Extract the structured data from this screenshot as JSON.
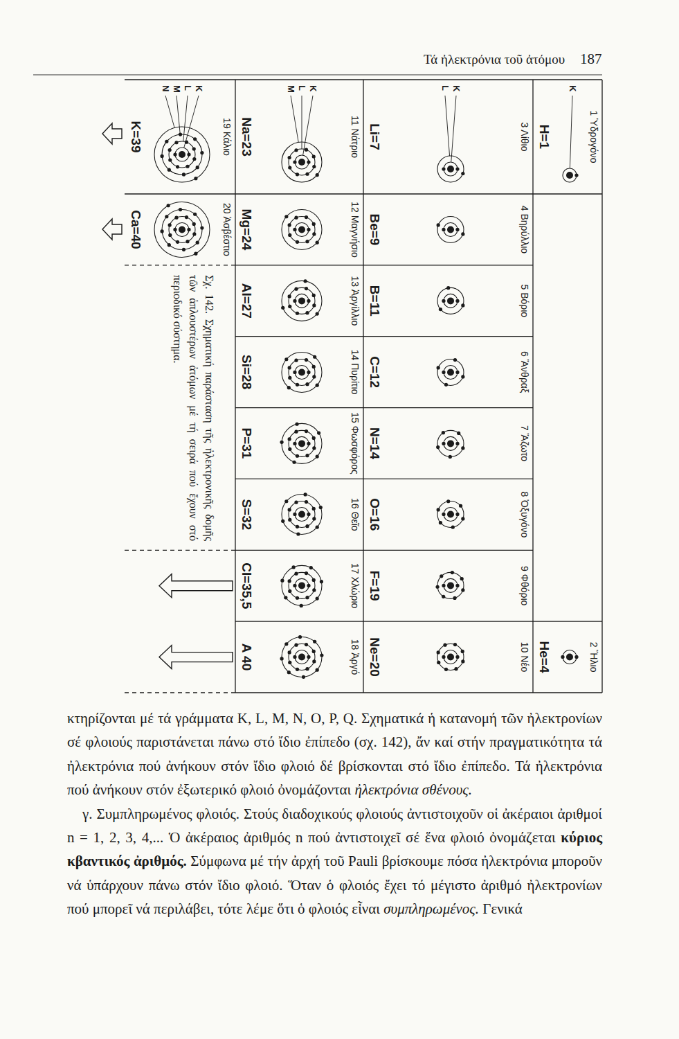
{
  "diagram": {
    "caption": "Σχ. 142. Σχηματική παράσταση τῆς ἠλεκτρονικῆς δομῆς τῶν ἁπλουστέρων ἀτόμων μέ τή σειρά πού ἔχουν στό περιοδικό σύστημα.",
    "nodes": [
      {
        "text": [
          "1 Ὑδρογόνο",
          "H=1"
        ]
      },
      {
        "text": [
          "2 Ἥλιο",
          "He=4"
        ]
      },
      {
        "text": [
          "3 Λίθιο",
          "Li=7"
        ]
      },
      {
        "text": [
          "4 Βηρύλλιο",
          "Be=9"
        ]
      },
      {
        "text": [
          "5 Βόριο",
          "B=11"
        ]
      },
      {
        "text": [
          "6 Ἄνθραξ",
          "C=12"
        ]
      },
      {
        "text": [
          "7 Ἄζωτο",
          "N=14"
        ]
      },
      {
        "text": [
          "8 Ὀξυγόνο",
          "O=16"
        ]
      },
      {
        "text": [
          "9 Φθόριο",
          "F=19"
        ]
      },
      {
        "text": [
          "10 Νέο",
          "Ne=20"
        ]
      },
      {
        "text": [
          "11 Νάτριο",
          "Na=23"
        ]
      },
      {
        "text": [
          "12 Μαγνήσιο",
          "Mg=24"
        ]
      },
      {
        "text": [
          "13 Ἀργίλλιο",
          "Al=27"
        ]
      },
      {
        "text": [
          "14 Πυρίτιο",
          "Si=28"
        ]
      },
      {
        "text": [
          "15 Φωσφόρος",
          "P=31"
        ]
      },
      {
        "text": [
          "16 Θεῖο",
          "S=32"
        ]
      },
      {
        "text": [
          "17 Χλώριο",
          "Cl=35,5"
        ]
      },
      {
        "text": [
          "18 Ἀργό",
          "A 40"
        ]
      },
      {
        "text": [
          "19 Κάλιο",
          "K=39"
        ]
      },
      {
        "text": [
          "20 Ἀσβέστιο",
          "Ca=40"
        ]
      }
    ],
    "labels": [
      "Τά ἠλεκτρόνια τοῦ ἀτόμου",
      "187",
      "K",
      "K",
      "L",
      "K",
      "L",
      "M",
      "K",
      "L",
      "M",
      "N",
      "κτηρίζονται μέ τά γράμματα K, L, M, N, O, P, Q. Σχηματικά ἡ κατανομή τῶν ἠλεκτρονίων σέ φλοιούς παριστάνεται πάνω στό ἴδιο ἐπίπεδο (σχ. 142), ἄν καί στήν πραγματικότητα τά ἠλεκτρόνια πού ἀνήκουν στόν ἴδιο φλοιό δέ βρίσκονται στό ἴδιο ἐπίπεδο. Τά ἠλεκτρόνια πού ἀνήκουν στόν ἐξωτερικό φλοιό ὀνομάζονται",
      "ἠλεκτρόνια σθένους.",
      "γ. Συμπληρωμένος φλοιός.",
      "Στούς διαδοχικούς φλοιούς ἀντιστοιχοῦν οἱ ἀκέραιοι ἀριθμοί n = 1, 2, 3, 4,... Ὁ ἀκέραιος ἀριθμός n πού ἀντιστοιχεῖ σέ ἕνα φλοιό ὀνομάζεται",
      "κύριος κβαντικός ἀριθμός.",
      "Σύμφωνα μέ τήν ἀρχή τοῦ Pauli βρίσκουμε πόσα ἠλεκτρόνια μποροῦν νά ὑπάρχουν πάνω στόν ἴδιο φλοιό. Ὅταν ὁ φλοιός ἔχει τό μέγιστο ἀριθμό ἠλεκτρονίων πού μπορεῖ νά περιλάβει, τότε λέμε ὅτι ὁ φλοιός εἶναι",
      "συμπληρωμένος.",
      "Γενικά"
    ]
  }
}
